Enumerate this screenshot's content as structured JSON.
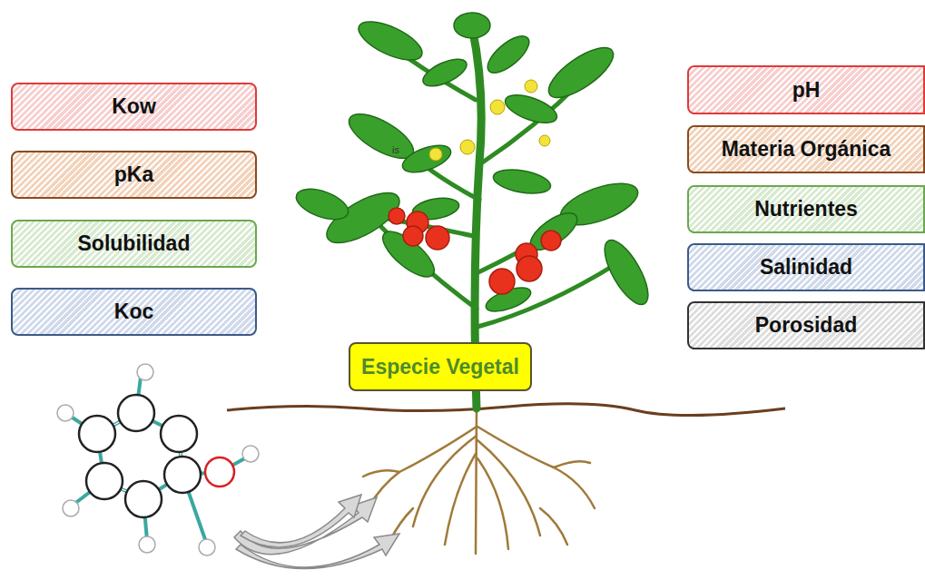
{
  "diagram": {
    "nodes": [
      {
        "text": [
          "Kow"
        ]
      },
      {
        "text": [
          "pKa"
        ]
      },
      {
        "text": [
          "Solubilidad"
        ]
      },
      {
        "text": [
          "Koc"
        ]
      },
      {
        "text": [
          "pH"
        ]
      },
      {
        "text": [
          "Materia Orgánica"
        ]
      },
      {
        "text": [
          "Nutrientes"
        ]
      },
      {
        "text": [
          "Salinidad"
        ]
      },
      {
        "text": [
          "Porosidad"
        ]
      },
      {
        "text": [
          "Especie Vegetal"
        ]
      }
    ],
    "labels": [
      "is"
    ]
  }
}
